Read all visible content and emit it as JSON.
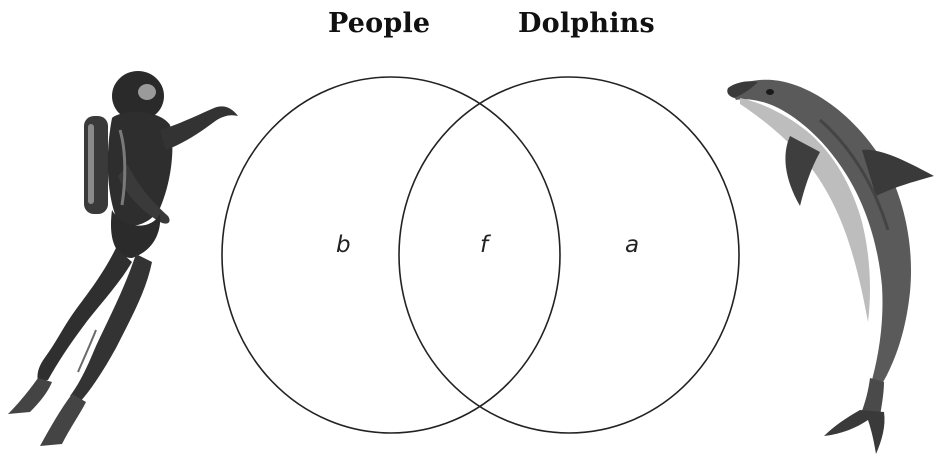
{
  "diagram": {
    "type": "venn",
    "sets": [
      {
        "id": "left",
        "title": "People"
      },
      {
        "id": "right",
        "title": "Dolphins"
      }
    ],
    "regions": {
      "left_only": "b",
      "intersection": "f",
      "right_only": "a"
    },
    "illustrations": {
      "left": "scuba-diver-illustration",
      "right": "dolphin-illustration"
    },
    "colors": {
      "outline": "#222222",
      "illustration_dark": "#2a2a2a",
      "illustration_mid": "#6e6e6e",
      "illustration_light": "#bdbdbd"
    }
  }
}
